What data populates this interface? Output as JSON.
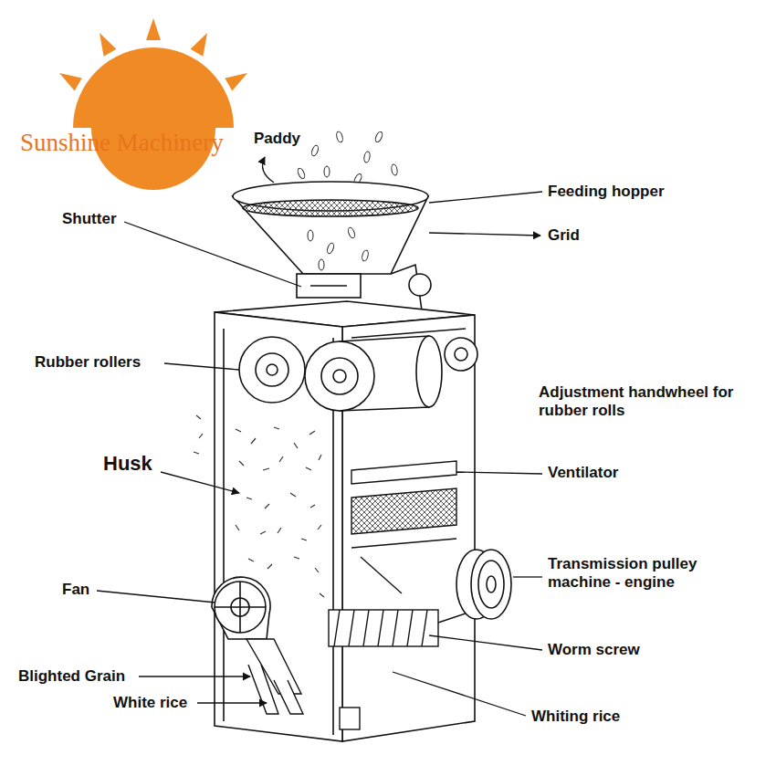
{
  "diagram": {
    "labels": [
      "Sunshine Machinery",
      "Paddy",
      "Feeding hopper",
      "Shutter",
      "Grid",
      "Rubber rollers",
      "Adjustment handwheel for rubber rolls",
      "Husk",
      "Ventilator",
      "Fan",
      "Transmission pulley machine - engine",
      "Worm screw",
      "Blighted Grain",
      "White rice",
      "Whiting rice"
    ]
  }
}
